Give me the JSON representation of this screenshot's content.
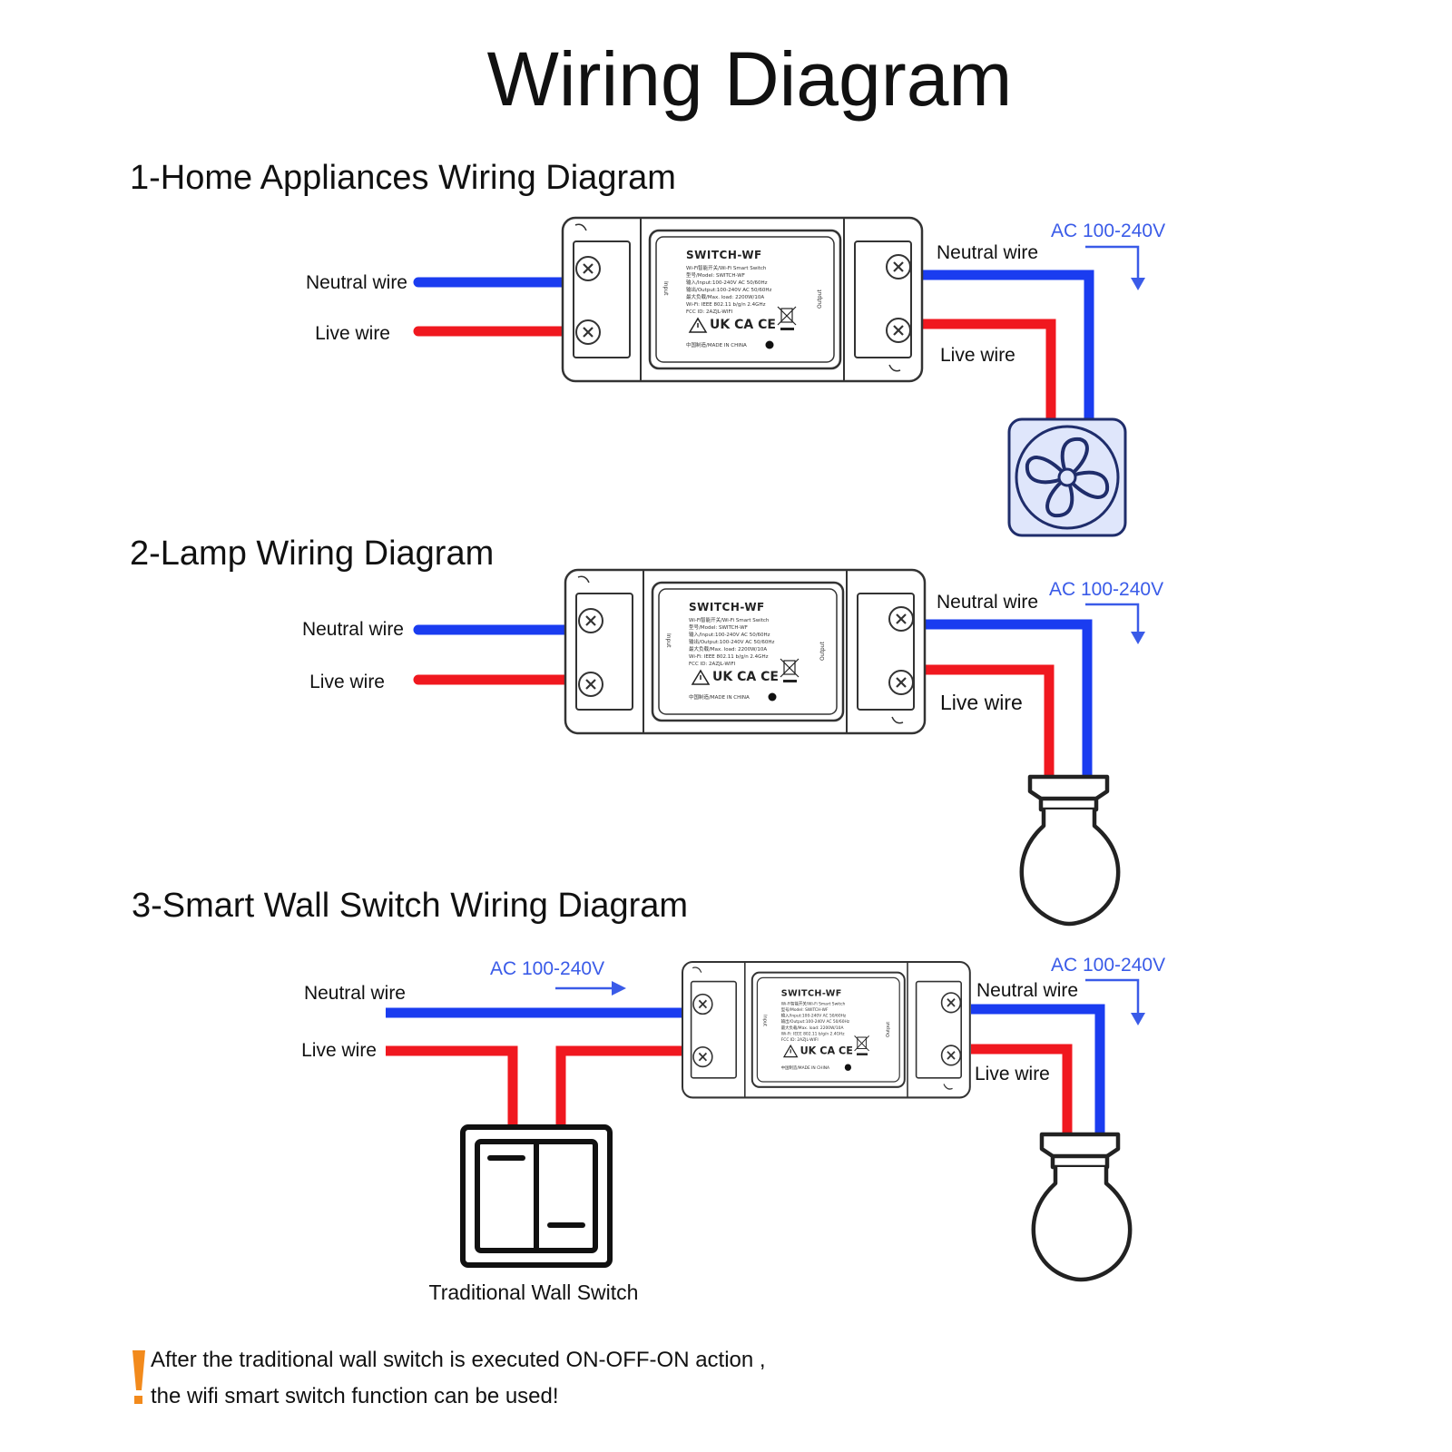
{
  "title": "Wiring Diagram",
  "device": {
    "name": "SWITCH-WF",
    "spec_lines": [
      "Wi-Fi智能开关/Wi-Fi Smart Switch",
      "型号/Model: SWITCH-WF",
      "输入/Input:100-240V AC 50/60Hz",
      "输出/Output:100-240V AC 50/60Hz",
      "最大负载/Max. load: 2200W/10A",
      "Wi-Fi: IEEE 802.11 b/g/n 2.4GHz",
      "FCC ID: 2AZJL-WIFI"
    ],
    "marks": "UK CA CE",
    "origin": "中国制造/MADE IN CHINA",
    "input_label": "Input",
    "output_label": "Output"
  },
  "sections": [
    {
      "title": "1-Home Appliances Wiring Diagram",
      "left_neutral": "Neutral wire",
      "left_live": "Live wire",
      "right_neutral": "Neutral wire",
      "right_live": "Live wire",
      "voltage": "AC 100-240V",
      "load": "fan-icon"
    },
    {
      "title": "2-Lamp Wiring Diagram",
      "left_neutral": "Neutral wire",
      "left_live": "Live wire",
      "right_neutral": "Neutral wire",
      "right_live": "Live wire",
      "voltage": "AC 100-240V",
      "load": "bulb-icon"
    },
    {
      "title": "3-Smart Wall Switch Wiring Diagram",
      "left_neutral": "Neutral wire",
      "left_live": "Live wire",
      "right_neutral": "Neutral wire",
      "right_live": "Live wire",
      "voltage_left": "AC 100-240V",
      "voltage": "AC 100-240V",
      "load": "bulb-icon",
      "wall_switch_label": "Traditional Wall Switch"
    }
  ],
  "note": {
    "icon": "exclamation-icon",
    "line1": "After the traditional wall switch is executed ON-OFF-ON action ,",
    "line2": "the wifi smart switch function can be used!"
  },
  "colors": {
    "neutral": "#1a3cf0",
    "live": "#f0181f",
    "voltage_text": "#3a5be8",
    "warning": "#f28a1c"
  }
}
